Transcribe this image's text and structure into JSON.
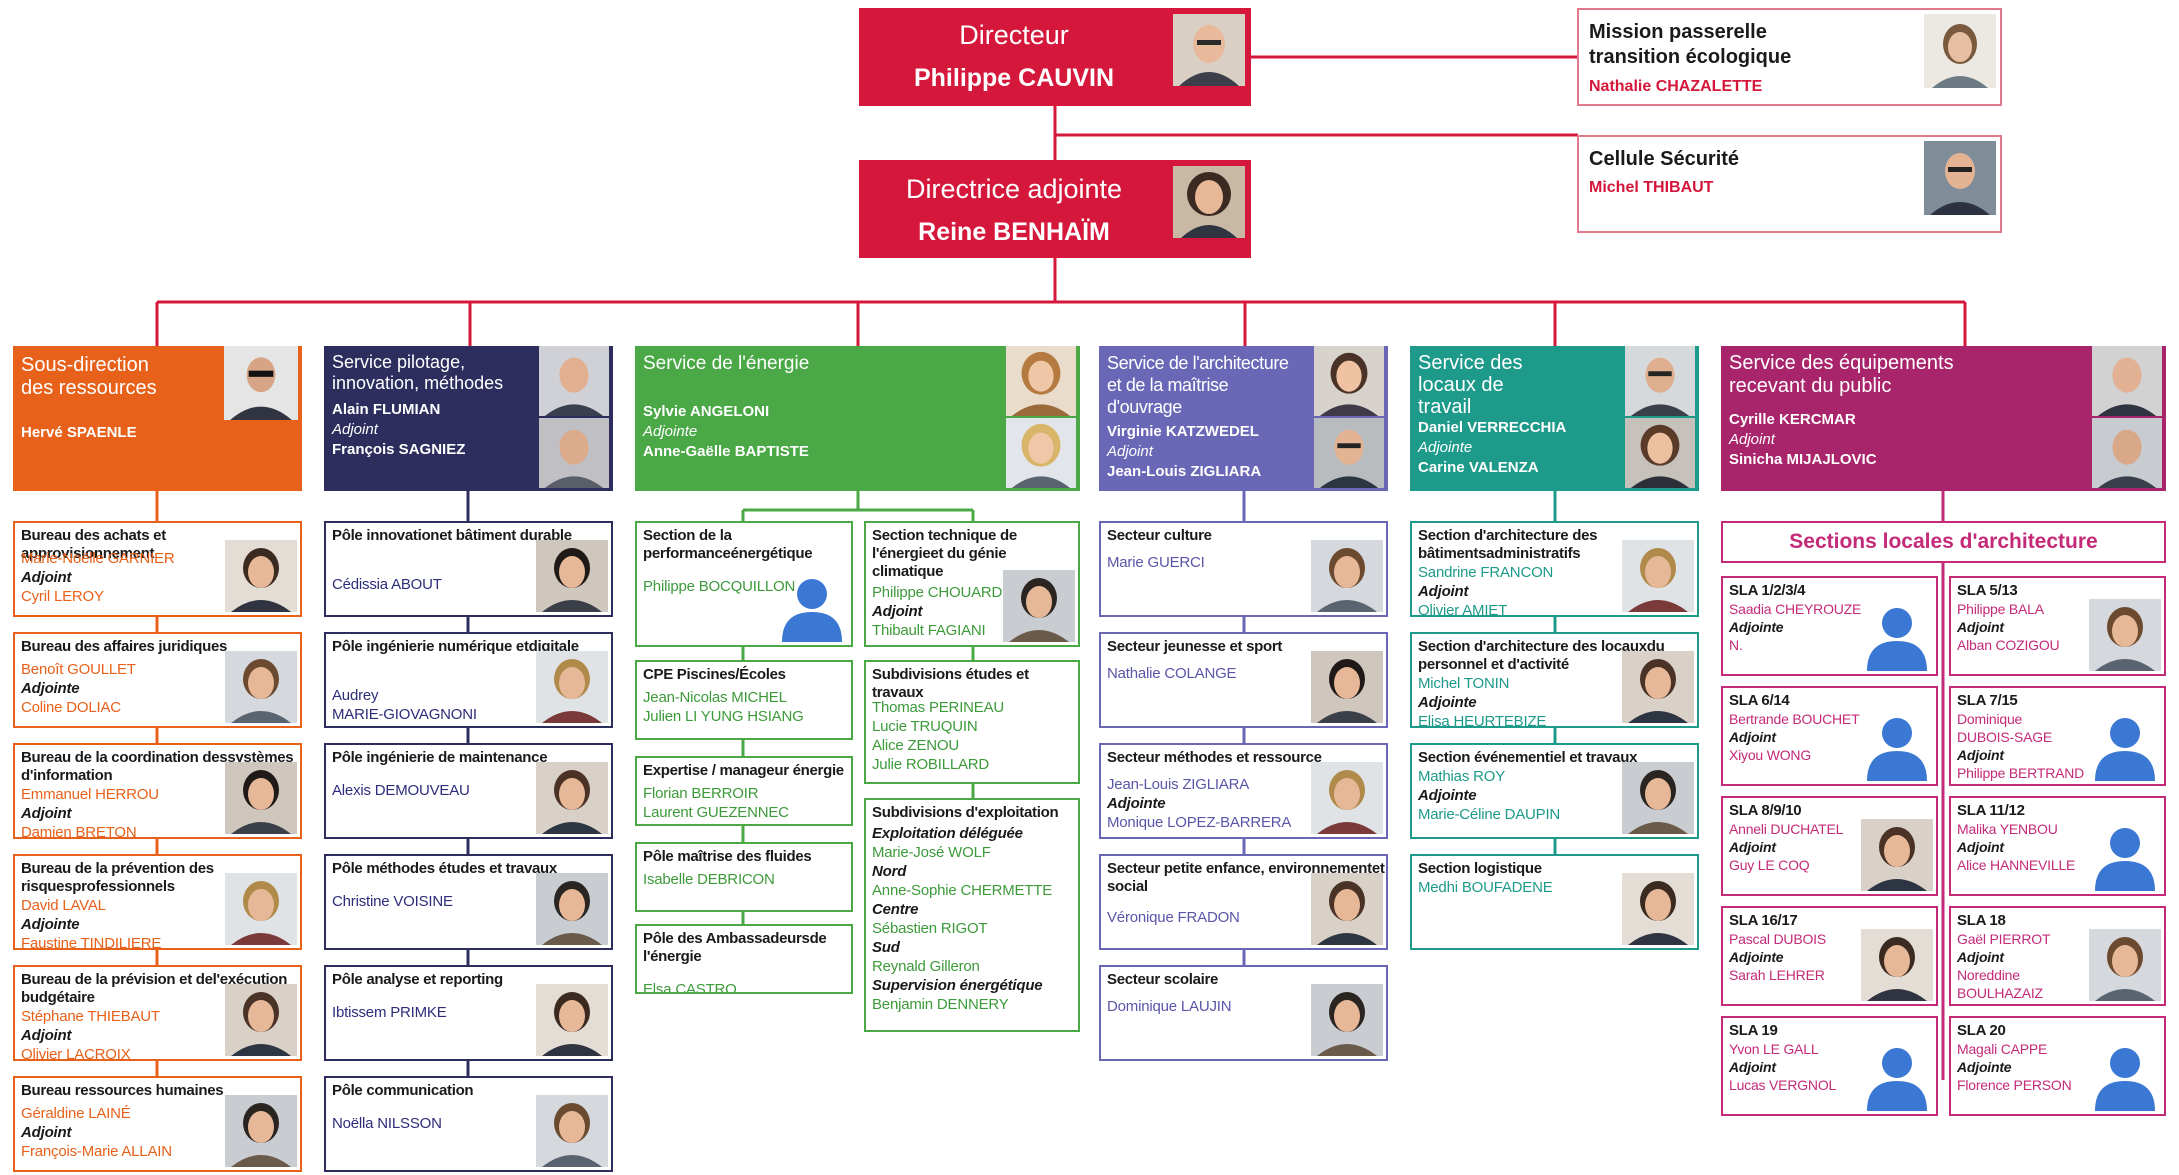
{
  "colors": {
    "red": "#d4173a",
    "orange": "#e8611a",
    "navy": "#2d2d5e",
    "green": "#4aa846",
    "purple": "#6b67b7",
    "teal": "#1e9a8a",
    "magenta": "#a8246b",
    "avatar_blue": "#3a78d4"
  },
  "director": {
    "title": "Directeur",
    "name": "Philippe CAUVIN"
  },
  "deputy": {
    "title": "Directrice adjointe",
    "name": "Reine BENHAÏM"
  },
  "mission": {
    "title_1": "Mission passerelle",
    "title_2": "transition écologique",
    "name": "Nathalie CHAZALETTE"
  },
  "securite": {
    "title": "Cellule Sécurité",
    "name": "Michel THIBAUT"
  },
  "services": {
    "ressources": {
      "title_1": "Sous-direction",
      "title_2": "des ressources",
      "head": "Hervé  SPAENLE"
    },
    "pilotage": {
      "title_1": "Service pilotage,",
      "title_2": "innovation, méthodes",
      "head": "Alain FLUMIAN",
      "adjoint_label": "Adjoint",
      "adjoint": "François SAGNIEZ"
    },
    "energie": {
      "title": "Service de l'énergie",
      "head": "Sylvie ANGELONI",
      "adjoint_label": "Adjointe",
      "adjoint": "Anne-Gaëlle BAPTISTE"
    },
    "architecture": {
      "title_1": "Service de l'architecture",
      "title_2": "et de la maîtrise",
      "title_3": "d'ouvrage",
      "head": "Virginie KATZWEDEL",
      "adjoint_label": "Adjoint",
      "adjoint": "Jean-Louis ZIGLIARA"
    },
    "locaux": {
      "title_1": "Service des",
      "title_2": "locaux de",
      "title_3": "travail",
      "head": "Daniel VERRECCHIA",
      "adjoint_label": "Adjointe",
      "adjoint": "Carine VALENZA"
    },
    "erp": {
      "title_1": "Service des équipements",
      "title_2": "recevant du public",
      "head": "Cyrille KERCMAR",
      "adjoint_label": "Adjoint",
      "adjoint": "Sinicha MIJAJLOVIC"
    }
  },
  "ressources_units": [
    {
      "t1": "Bureau des achats et approvisionnement",
      "t2": "",
      "p1": "Marie-Noëlle GARNIER",
      "a": "Adjoint",
      "p2": "Cyril LEROY"
    },
    {
      "t1": "Bureau des affaires juridiques",
      "t2": "",
      "p1": "Benoît GOULLET",
      "a": "Adjointe",
      "p2": "Coline DOLIAC"
    },
    {
      "t1": "Bureau de la coordination des",
      "t2": "systèmes d'information",
      "p1": "Emmanuel HERROU",
      "a": "Adjoint",
      "p2": "Damien BRETON"
    },
    {
      "t1": "Bureau de la prévention des risques",
      "t2": "professionnels",
      "p1": "David LAVAL",
      "a": "Adjointe",
      "p2": "Faustine TINDILIERE"
    },
    {
      "t1": "Bureau de la prévision et de",
      "t2": "l'exécution budgétaire",
      "p1": "Stéphane THIEBAUT",
      "a": "Adjoint",
      "p2": "Olivier LACROIX"
    },
    {
      "t1": "Bureau ressources humaines",
      "t2": "",
      "p1": "Géraldine LAINÉ",
      "a": "Adjoint",
      "p2": "François-Marie ALLAIN"
    }
  ],
  "pilotage_units": [
    {
      "t1": "Pôle innovation",
      "t2": "et bâtiment durable",
      "p1": "Cédissia ABOUT",
      "p2": ""
    },
    {
      "t1": "Pôle ingénierie numérique et",
      "t2": "digitale",
      "p1": "Audrey",
      "p2": "MARIE-GIOVAGNONI"
    },
    {
      "t1": "Pôle ingénierie de maintenance",
      "t2": "",
      "p1": "Alexis DEMOUVEAU",
      "p2": ""
    },
    {
      "t1": "Pôle méthodes études et travaux",
      "t2": "",
      "p1": "Christine VOISINE",
      "p2": ""
    },
    {
      "t1": "Pôle analyse et reporting",
      "t2": "",
      "p1": "Ibtissem PRIMKE",
      "p2": ""
    },
    {
      "t1": "Pôle communication",
      "t2": "",
      "p1": "Noëlla NILSSON",
      "p2": ""
    }
  ],
  "energie_left": [
    {
      "t1": "Section de la performance",
      "t2": "énergétique",
      "p1": "Philippe BOCQUILLON",
      "p2": ""
    },
    {
      "t1": "CPE Piscines/Écoles",
      "t2": "",
      "p1": "Jean-Nicolas MICHEL",
      "p2": "Julien LI YUNG HSIANG"
    },
    {
      "t1": "Expertise / manageur énergie",
      "t2": "",
      "p1": "Florian BERROIR",
      "p2": "Laurent GUEZENNEC"
    },
    {
      "t1": "Pôle maîtrise des fluides",
      "t2": "",
      "p1": "Isabelle DEBRICON",
      "p2": ""
    },
    {
      "t1": "Pôle des Ambassadeurs",
      "t2": "de l'énergie",
      "p1": "Elsa CASTRO",
      "p2": ""
    }
  ],
  "energie_right": {
    "tech": {
      "t1": "Section technique de l'énergie",
      "t2": "et du génie climatique",
      "p1": "Philippe CHOUARD",
      "a": "Adjoint",
      "p2": "Thibault FAGIANI"
    },
    "etudes": {
      "t1": "Subdivisions études et travaux",
      "names": [
        "Thomas PERINEAU",
        "Lucie TRUQUIN",
        "Alice ZENOU",
        "Julie ROBILLARD"
      ]
    },
    "exploit": {
      "t1": "Subdivisions d'exploitation",
      "lines": [
        {
          "k": "sub",
          "v": "Exploitation déléguée"
        },
        {
          "k": "n",
          "v": "Marie-José WOLF"
        },
        {
          "k": "sub",
          "v": "Nord"
        },
        {
          "k": "n",
          "v": "Anne-Sophie CHERMETTE"
        },
        {
          "k": "sub",
          "v": "Centre"
        },
        {
          "k": "n",
          "v": "Sébastien RIGOT"
        },
        {
          "k": "sub",
          "v": "Sud"
        },
        {
          "k": "n",
          "v": "Reynald Gilleron"
        },
        {
          "k": "sub",
          "v": "Supervision énergétique"
        },
        {
          "k": "n",
          "v": "Benjamin DENNERY"
        }
      ]
    }
  },
  "architecture_units": [
    {
      "t1": "Secteur culture",
      "t2": "",
      "p1": "Marie GUERCI",
      "a": "",
      "p2": ""
    },
    {
      "t1": "Secteur jeunesse et sport",
      "t2": "",
      "p1": "Nathalie COLANGE",
      "a": "",
      "p2": ""
    },
    {
      "t1": "Secteur méthodes et ressource",
      "t2": "",
      "p1": "Jean-Louis ZIGLIARA",
      "a": "Adjointe",
      "p2": "Monique LOPEZ-BARRERA"
    },
    {
      "t1": "Secteur petite enfance, environnement",
      "t2": "et social",
      "p1": "Véronique FRADON",
      "a": "",
      "p2": ""
    },
    {
      "t1": "Secteur scolaire",
      "t2": "",
      "p1": "Dominique LAUJIN",
      "a": "",
      "p2": ""
    }
  ],
  "locaux_units": [
    {
      "t1": "Section d'architecture des bâtiments",
      "t2": "administratifs",
      "p1": "Sandrine FRANCON",
      "a": "Adjoint",
      "p2": "Olivier AMIET"
    },
    {
      "t1": "Section d'architecture des locaux",
      "t2": "du personnel et d'activité",
      "p1": "Michel TONIN",
      "a": "Adjointe",
      "p2": "Elisa HEURTEBIZE"
    },
    {
      "t1": "Section événementiel et travaux",
      "t2": "",
      "p1": "Mathias ROY",
      "a": "Adjointe",
      "p2": "Marie-Céline DAUPIN"
    },
    {
      "t1": "Section logistique",
      "t2": "",
      "p1": "Medhi BOUFADENE",
      "a": "",
      "p2": ""
    }
  ],
  "sla_header": "Sections locales d'architecture",
  "sla": [
    {
      "t": "SLA 1/2/3/4",
      "p1": "Saadia CHEYROUZE",
      "a": "Adjointe",
      "p2": "N."
    },
    {
      "t": "SLA 5/13",
      "p1": "Philippe BALA",
      "a": "Adjoint",
      "p2": "Alban COZIGOU"
    },
    {
      "t": "SLA 6/14",
      "p1": "Bertrande BOUCHET",
      "a": "Adjoint",
      "p2": "Xiyou WONG"
    },
    {
      "t": "SLA 7/15",
      "p1": "Dominique",
      "p1b": "DUBOIS-SAGE",
      "a": "Adjoint",
      "p2": "Philippe BERTRAND"
    },
    {
      "t": "SLA 8/9/10",
      "p1": "Anneli DUCHATEL",
      "a": "Adjoint",
      "p2": "Guy LE COQ"
    },
    {
      "t": "SLA 11/12",
      "p1": "Malika YENBOU",
      "a": "Adjoint",
      "p2": "Alice HANNEVILLE"
    },
    {
      "t": "SLA 16/17",
      "p1": "Pascal DUBOIS",
      "a": "Adjointe",
      "p2": "Sarah LEHRER"
    },
    {
      "t": "SLA 18",
      "p1": "Gaël PIERROT",
      "a": "Adjoint",
      "p2": "Noreddine",
      "p2b": "BOULHAZAIZ"
    },
    {
      "t": "SLA 19",
      "p1": "Yvon LE GALL",
      "a": "Adjoint",
      "p2": "Lucas VERGNOL"
    },
    {
      "t": "SLA 20",
      "p1": "Magali CAPPE",
      "a": "Adjointe",
      "p2": "Florence PERSON"
    }
  ]
}
